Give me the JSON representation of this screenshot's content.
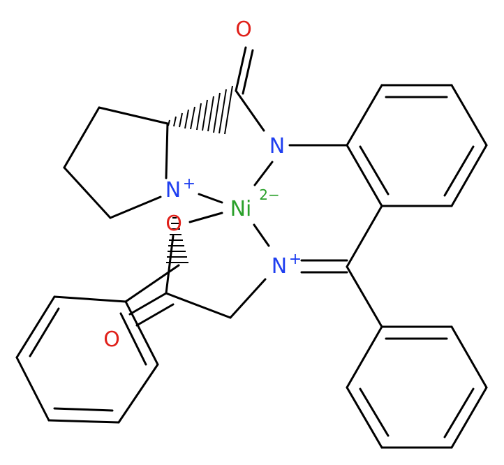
{
  "colors": {
    "carbon_bond": "#000000",
    "nitrogen": "#1f3ff0",
    "oxygen": "#e0201a",
    "nickel": "#2aa02a",
    "background": "#ffffff"
  },
  "atoms": {
    "O_amide": "O",
    "N_amide": "N",
    "N_pyrrolidinium": "N",
    "N_pyrrolidinium_charge": "+",
    "Ni": "Ni",
    "Ni_charge": "2−",
    "O_carboxylate_upper": "O",
    "N_imine": "N",
    "N_imine_charge": "+",
    "O_carboxylate_lower": "O"
  }
}
